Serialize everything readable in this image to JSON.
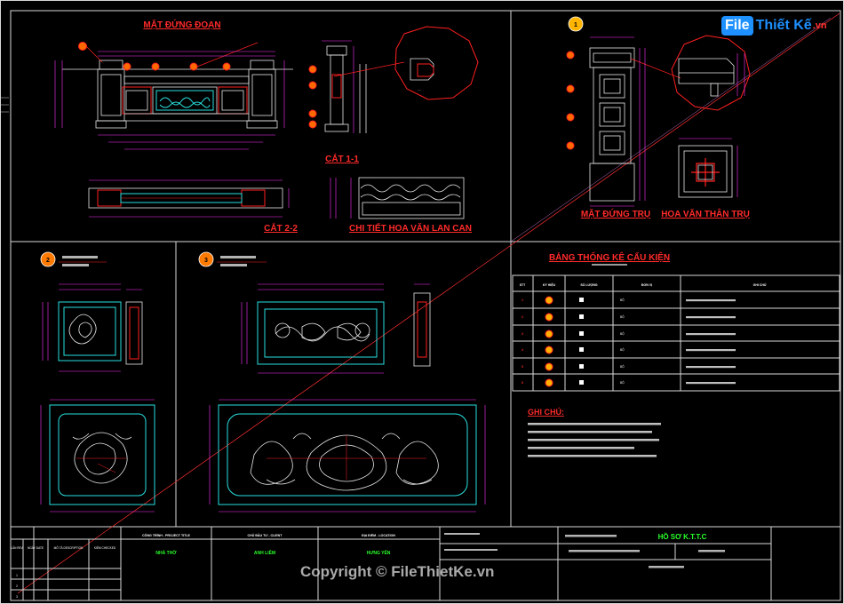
{
  "brand": {
    "logo_text": "File",
    "name": "Thiết Kế",
    "tld": ".vn",
    "logo_color": "#1e90ff"
  },
  "watermark": "Copyright © FileThietKe.vn",
  "titles": {
    "elevation": "MẶT ĐỨNG ĐOẠN",
    "section_1": "CẮT 1-1",
    "section_2": "CẮT 2-2",
    "pattern": "CHI TIẾT HOA VĂN LAN CAN",
    "pillar_elev": "MẶT ĐỨNG TRỤ",
    "pillar_pattern": "HOA VĂN THÂN TRỤ",
    "table_title": "BẢNG THỐNG KÊ CẤU KIỆN",
    "notes_title": "GHI CHÚ:"
  },
  "markers": {
    "m1": "1",
    "m2": "2",
    "m3": "3"
  },
  "table": {
    "headers": [
      "STT",
      "KÝ HIỆU",
      "SỐ LƯỢNG",
      "ĐƠN VỊ",
      "GHI CHÚ"
    ],
    "rows": [
      {
        "stt": "1",
        "qty": "",
        "unit": "BỘ",
        "note": ""
      },
      {
        "stt": "2",
        "qty": "",
        "unit": "BỘ",
        "note": ""
      },
      {
        "stt": "3",
        "qty": "",
        "unit": "BỘ",
        "note": ""
      },
      {
        "stt": "4",
        "qty": "",
        "unit": "BỘ",
        "note": ""
      },
      {
        "stt": "5",
        "qty": "",
        "unit": "BỘ",
        "note": ""
      },
      {
        "stt": "6",
        "qty": "",
        "unit": "BỘ",
        "note": ""
      }
    ]
  },
  "title_block": {
    "project_label": "CÔNG TRÌNH - PROJECT TITLE",
    "project_value": "NHÀ THỜ",
    "owner_label": "CHỦ ĐẦU TƯ - CLIENT",
    "owner_value": "ANH LIÊM",
    "location_label": "ĐỊA ĐIỂM - LOCATION",
    "location_value": "HƯNG YÊN",
    "rev_col1": "LẦN REV",
    "rev_col2": "NGÀY DATE",
    "rev_col3": "MÔ TẢ DESCRIPTION",
    "rev_col4": "KIỂM CHECKED",
    "rev_rows": [
      "1",
      "2",
      "3"
    ],
    "dossier": "HỒ SƠ K.T.T.C"
  },
  "colors": {
    "accent_red": "#ff2a2a",
    "cyan": "#28e0e0",
    "magenta": "#ff33ff",
    "green": "#2aff2a"
  }
}
